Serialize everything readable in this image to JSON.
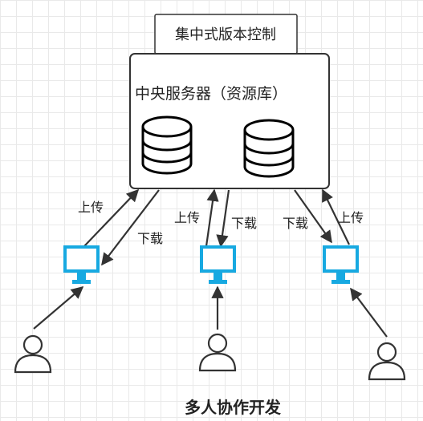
{
  "diagram": {
    "caption": "多人协作开发",
    "title_box": "集中式版本控制",
    "server_label": "中央服务器（资源库）",
    "icons": {
      "database": "database-icon",
      "computer": "monitor-icon",
      "user": "user-icon"
    },
    "colors": {
      "line": "#333333",
      "monitor": "#17a9e1",
      "grid": "#e9e9e9"
    },
    "clients": [
      {
        "upload_label": "上传",
        "download_label": "下载"
      },
      {
        "upload_label": "上传",
        "download_label": "下载"
      },
      {
        "upload_label": "上传",
        "download_label": "下载"
      }
    ]
  }
}
